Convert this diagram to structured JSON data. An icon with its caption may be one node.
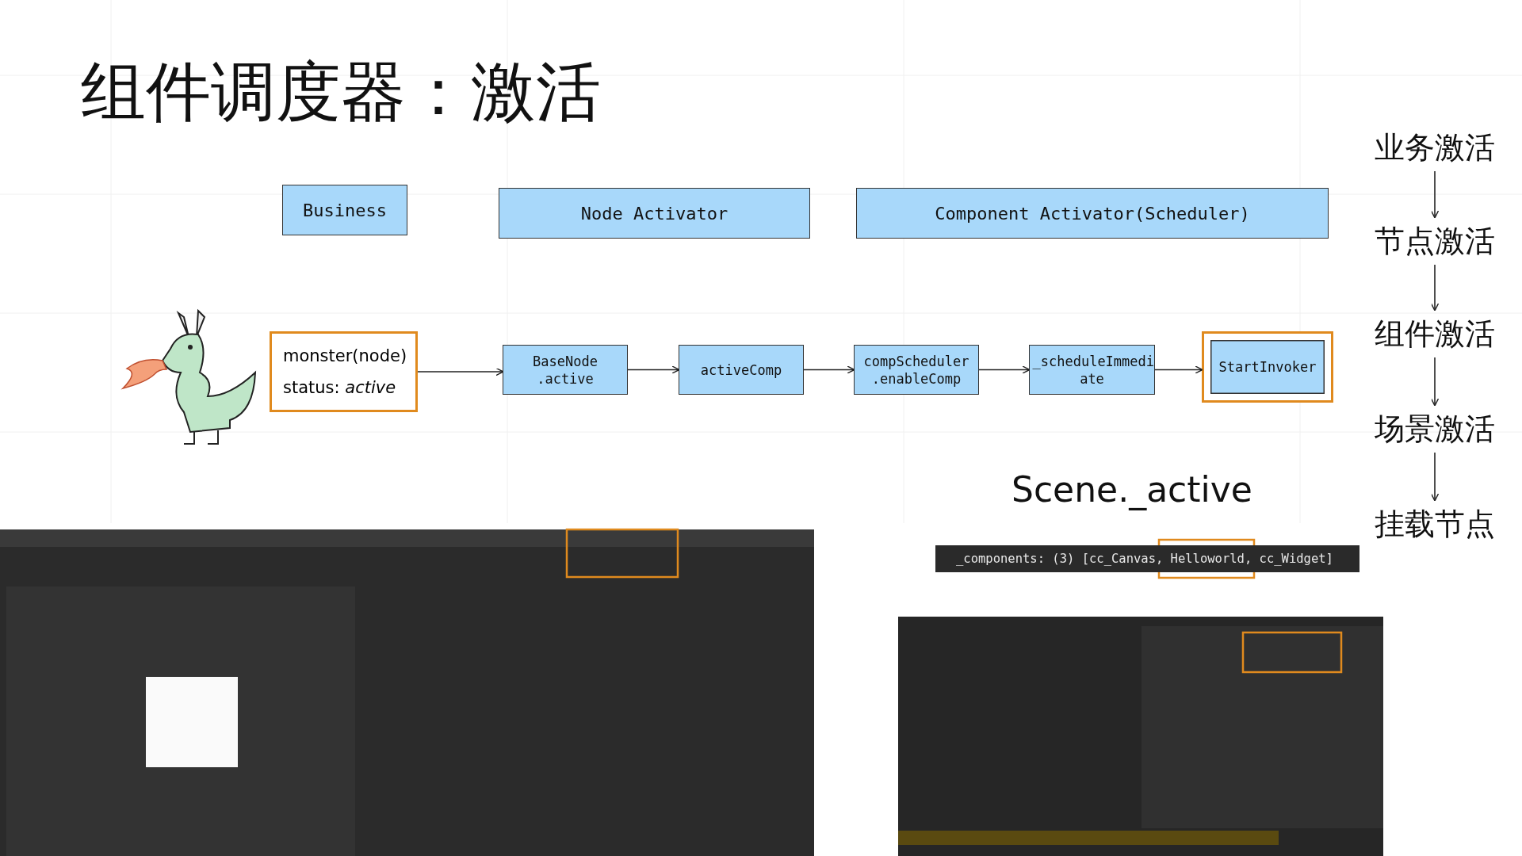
{
  "diagram": {
    "title": "组件调度器：激活",
    "nodes": [
      {
        "text": [
          "Business"
        ]
      },
      {
        "text": [
          "Node Activator"
        ]
      },
      {
        "text": [
          "Component Activator(Scheduler)"
        ]
      },
      {
        "text": [
          "monster(node)",
          "status: *active*"
        ]
      },
      {
        "text": [
          "BaseNode .active"
        ]
      },
      {
        "text": [
          "activeComp"
        ]
      },
      {
        "text": [
          "compScheduler .enableComp"
        ]
      },
      {
        "text": [
          "_scheduleImmedi ate"
        ]
      },
      {
        "text": [
          "StartInvoker"
        ]
      },
      {
        "text": [
          "业务激活"
        ]
      },
      {
        "text": [
          "节点激活"
        ]
      },
      {
        "text": [
          "组件激活"
        ]
      },
      {
        "text": [
          "场景激活"
        ]
      },
      {
        "text": [
          "挂载节点"
        ]
      },
      {
        "text": [
          "_components: (3) [cc_Canvas, Helloworld, cc_Widget]"
        ]
      }
    ],
    "edges": [
      {
        "from": 3,
        "to": 4,
        "arrow": "to"
      },
      {
        "from": 4,
        "to": 5,
        "arrow": "to"
      },
      {
        "from": 5,
        "to": 6,
        "arrow": "to"
      },
      {
        "from": 6,
        "to": 7,
        "arrow": "to"
      },
      {
        "from": 7,
        "to": 8,
        "arrow": "to"
      },
      {
        "from": 9,
        "to": 10,
        "arrow": "to"
      },
      {
        "from": 10,
        "to": 11,
        "arrow": "to"
      },
      {
        "from": 11,
        "to": 12,
        "arrow": "to"
      },
      {
        "from": 12,
        "to": 13,
        "arrow": "to"
      }
    ],
    "labels": [
      "Scene._active"
    ]
  }
}
